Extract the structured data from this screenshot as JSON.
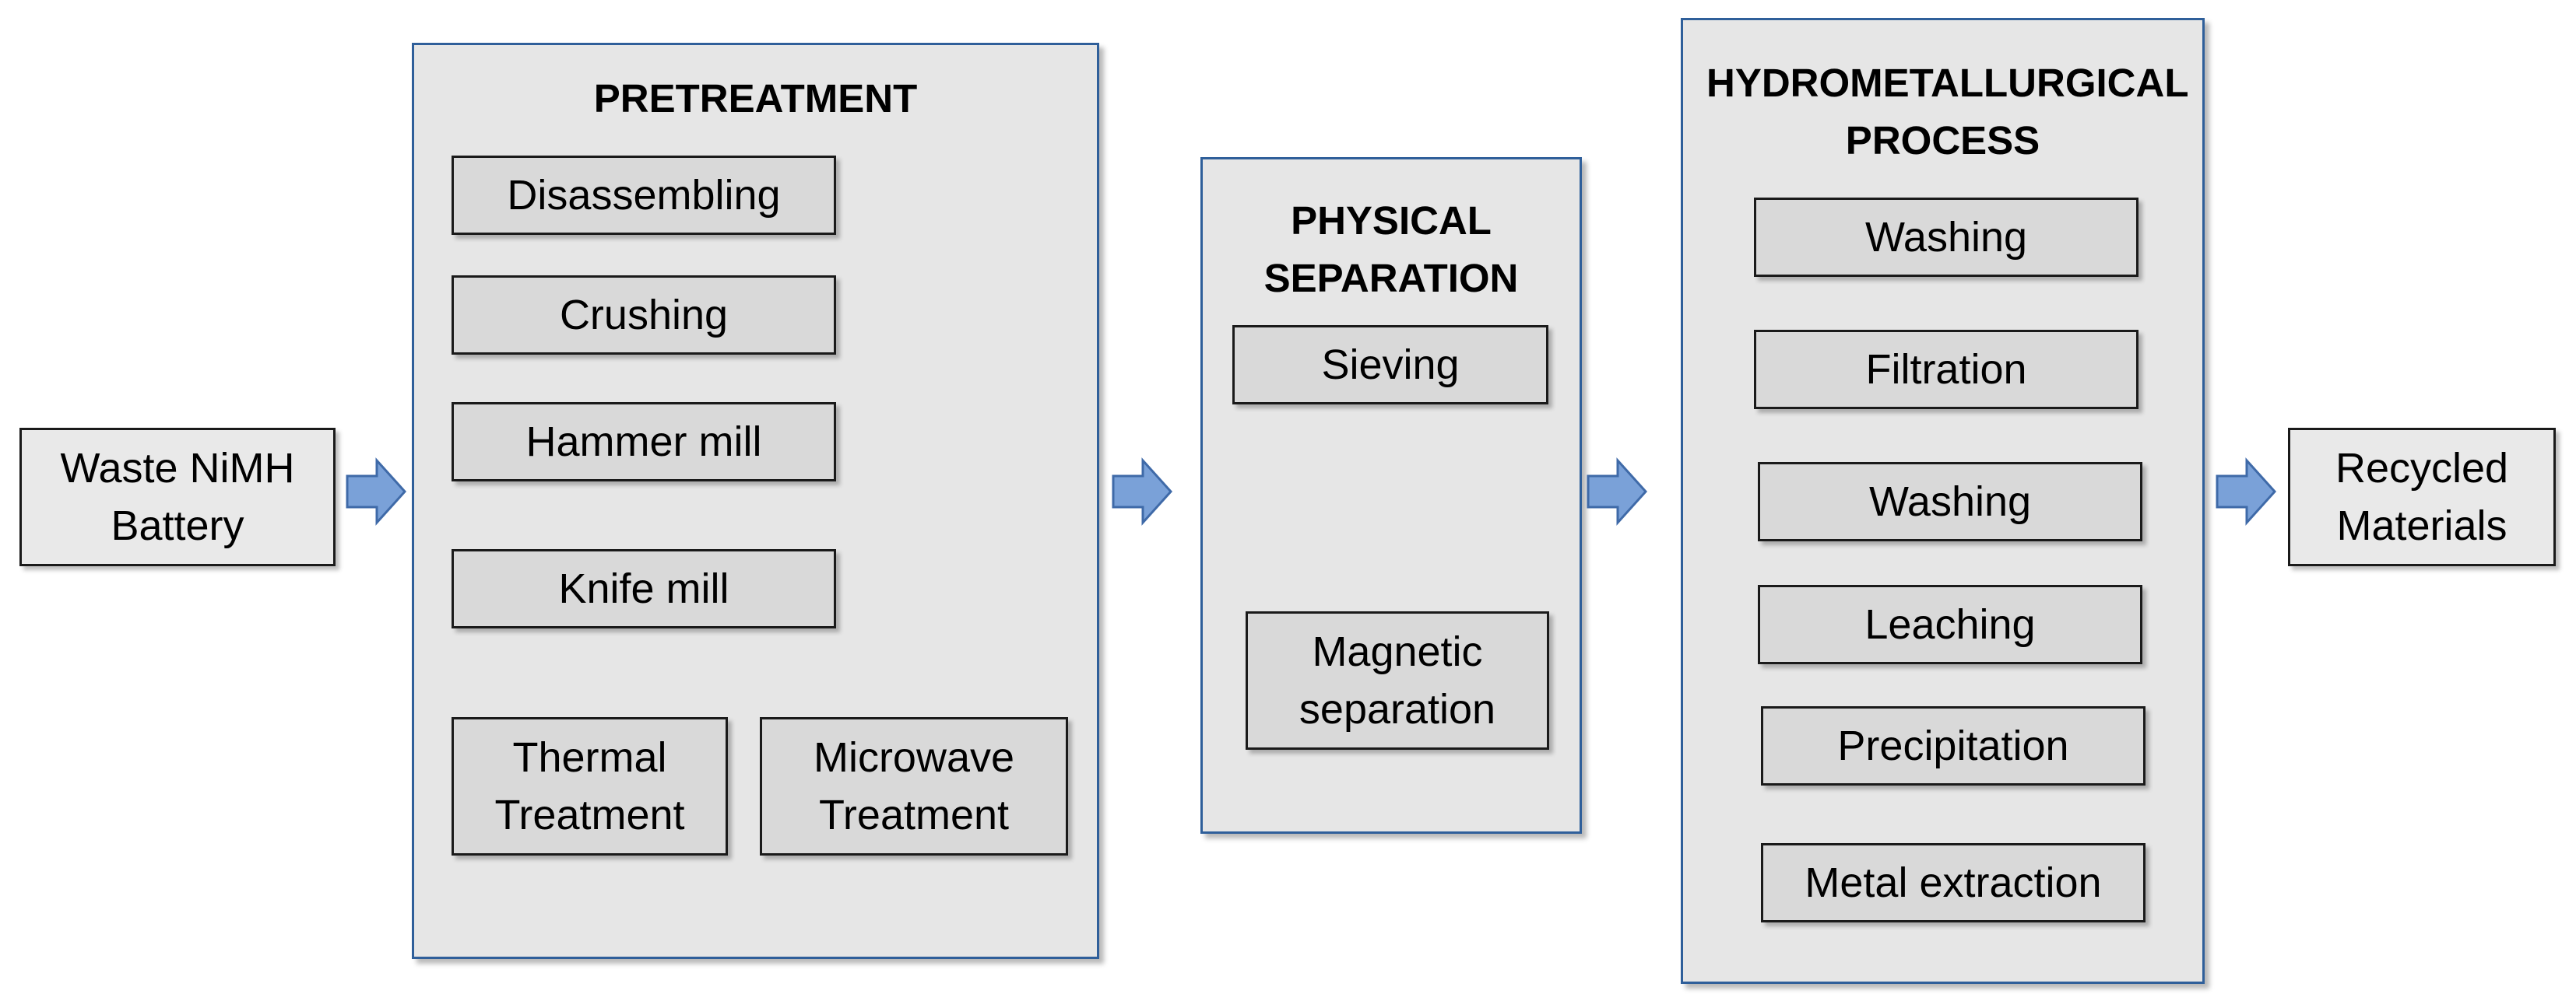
{
  "input": {
    "label": "Waste NiMH Battery"
  },
  "output": {
    "label": "Recycled Materials"
  },
  "pretreatment": {
    "title": "PRETREATMENT",
    "steps": [
      "Disassembling",
      "Crushing",
      "Hammer mill",
      "Knife mill",
      "Thermal Treatment",
      "Microwave Treatment"
    ]
  },
  "physical_separation": {
    "title": "PHYSICAL SEPARATION",
    "steps": [
      "Sieving",
      "Magnetic separation"
    ]
  },
  "hydrometallurgical": {
    "title": "HYDROMETALLURGICAL PROCESS",
    "steps": [
      "Washing",
      "Filtration",
      "Washing",
      "Leaching",
      "Precipitation",
      "Metal extraction"
    ]
  },
  "colors": {
    "panel_fill": "#e6e6e6",
    "panel_border": "#2f5f9a",
    "box_fill": "#d9d9d9",
    "box_border": "#1a1a1a",
    "arrow_fill": "#7aa1d8",
    "arrow_stroke": "#3f6aa8"
  },
  "icons": {
    "flow_arrow": "right-arrow-icon"
  }
}
